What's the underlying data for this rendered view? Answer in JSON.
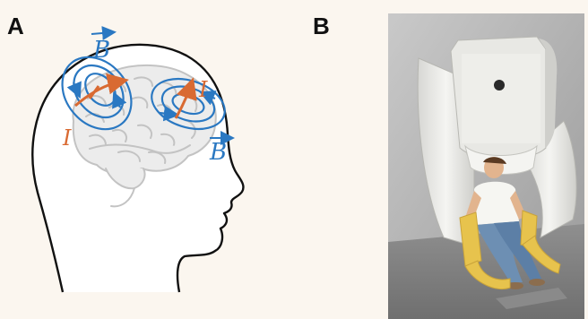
{
  "panels": {
    "a": {
      "label": "A"
    },
    "b": {
      "label": "B"
    }
  },
  "diagram": {
    "field_symbol": "B",
    "current_symbol": "I"
  },
  "colors": {
    "field": "#2a78c2",
    "current": "#d96a32",
    "brain": "#c9c9c9",
    "head_outline": "#111111",
    "background": "#fbf6ef"
  }
}
